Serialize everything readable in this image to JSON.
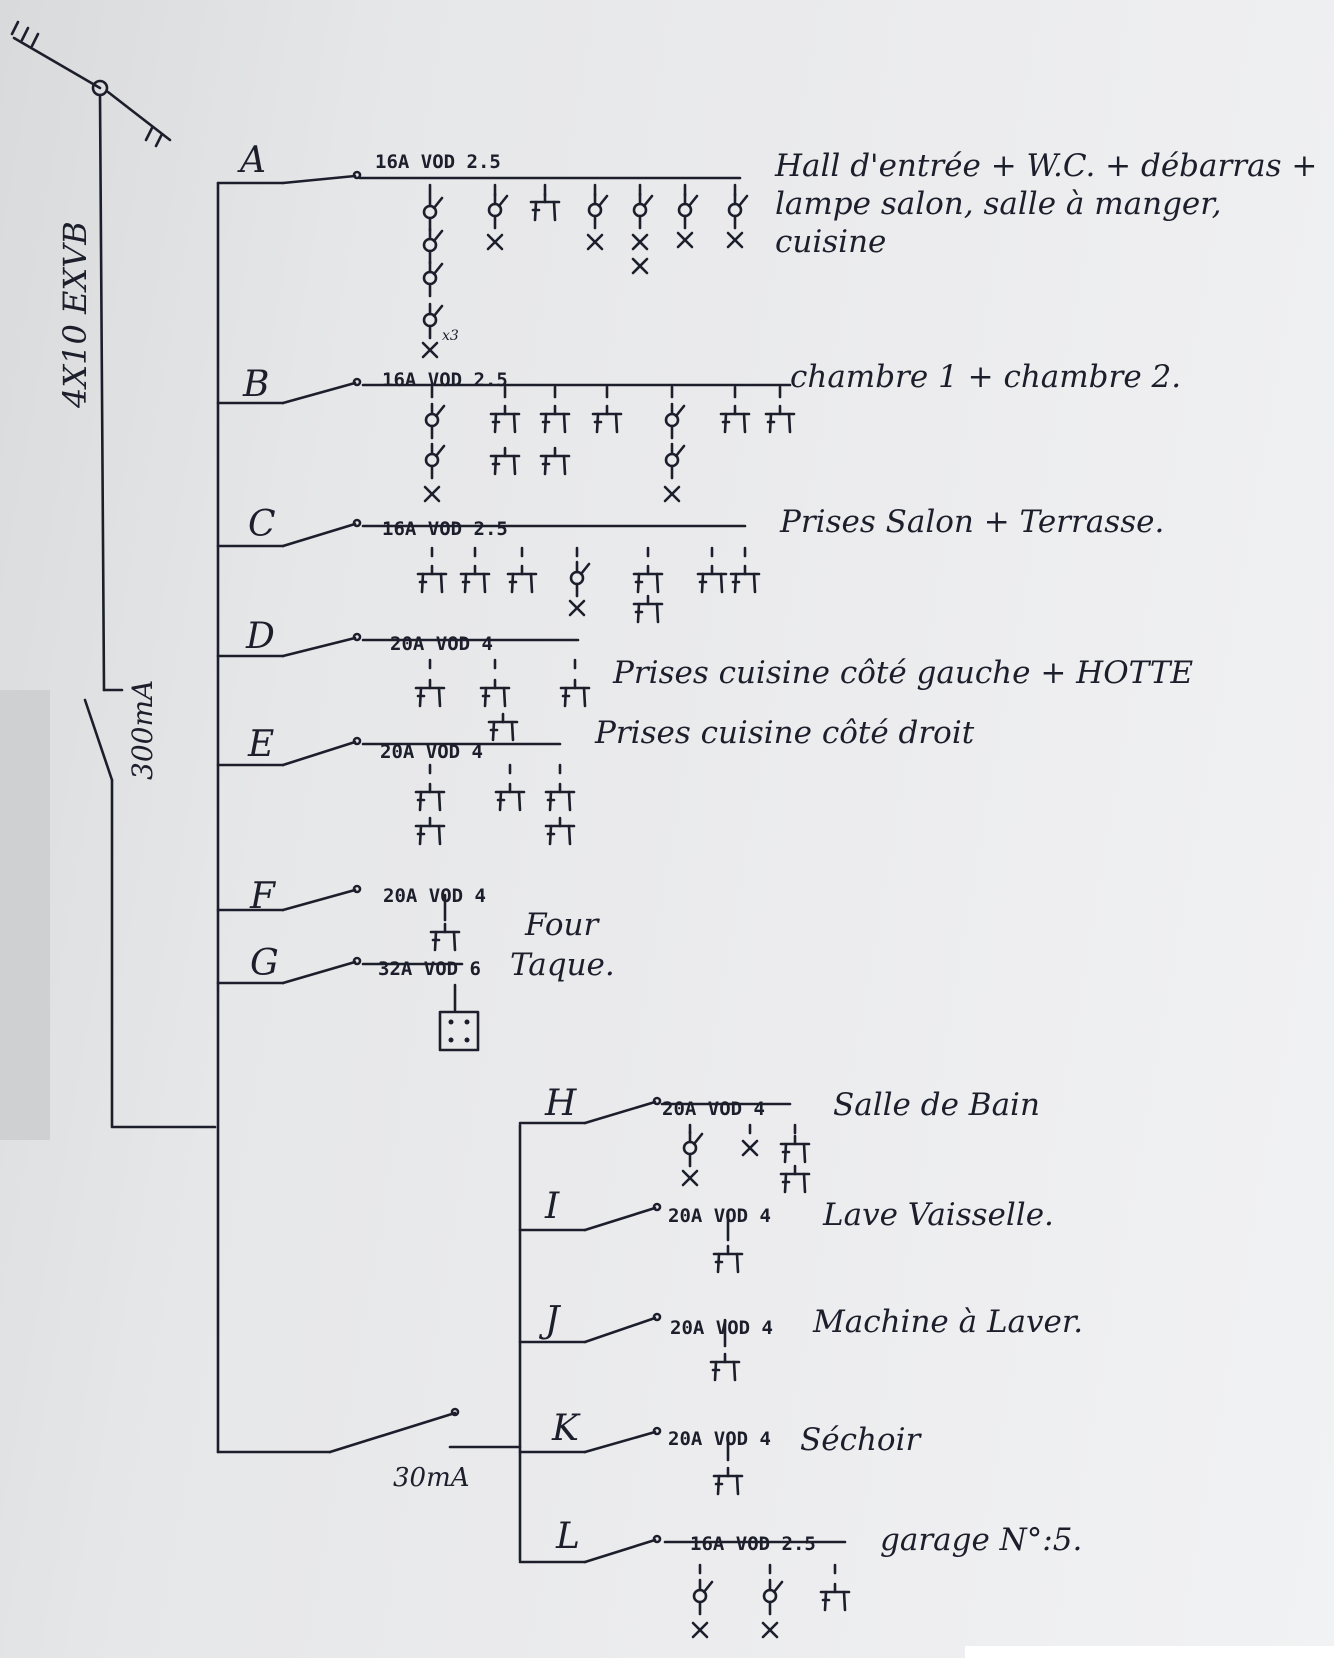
{
  "supply": {
    "cable_label": "4X10 EXVB",
    "main_rcd_label": "300mA",
    "sub_rcd_label": "30mA"
  },
  "circuits": [
    {
      "id": "A",
      "rating": "16A VOD 2.5",
      "description": [
        "Hall d'entrée + W.C. + débarras +",
        "lampe salon, salle à manger,",
        "cuisine"
      ]
    },
    {
      "id": "B",
      "rating": "16A VOD 2.5",
      "description": [
        "chambre 1 + chambre 2."
      ]
    },
    {
      "id": "C",
      "rating": "16A VOD 2.5",
      "description": [
        "Prises Salon + Terrasse."
      ]
    },
    {
      "id": "D",
      "rating": "20A VOD 4",
      "description": [
        "Prises cuisine côté gauche + HOTTE"
      ]
    },
    {
      "id": "E",
      "rating": "20A VOD 4",
      "description": [
        "Prises cuisine côté droit"
      ]
    },
    {
      "id": "F",
      "rating": "20A VOD 4",
      "description": [
        "Four"
      ]
    },
    {
      "id": "G",
      "rating": "32A VOD 6",
      "description": [
        "Taque."
      ]
    },
    {
      "id": "H",
      "rating": "20A VOD 4",
      "description": [
        "Salle de Bain"
      ]
    },
    {
      "id": "I",
      "rating": "20A VOD 4",
      "description": [
        "Lave Vaisselle."
      ]
    },
    {
      "id": "J",
      "rating": "20A VOD 4",
      "description": [
        "Machine à Laver."
      ]
    },
    {
      "id": "K",
      "rating": "20A VOD 4",
      "description": [
        "Séchoir"
      ]
    },
    {
      "id": "L",
      "rating": "16A VOD 2.5",
      "description": [
        "garage N°:5."
      ]
    }
  ],
  "annotations": {
    "a_multiplier": "x3"
  },
  "icons": {
    "ground": "earth-ground-icon",
    "switch": "light-switch-icon",
    "lamp": "lamp-point-icon",
    "socket": "socket-outlet-icon",
    "cooktop": "cooktop-box-icon"
  },
  "colors": {
    "ink": "#1c1f2b",
    "paper": "#e9eaec"
  }
}
